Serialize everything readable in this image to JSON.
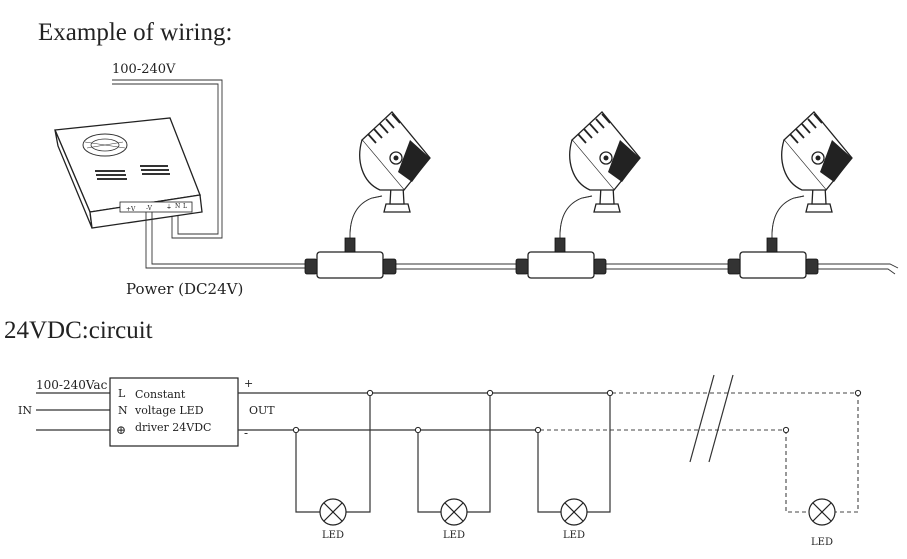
{
  "wiring": {
    "title": "Example of wiring:",
    "mains_voltage": "100-240V",
    "psu_terminals": [
      "+V",
      "-V",
      "⏚",
      "N",
      "L"
    ],
    "power_label": "Power (DC24V)"
  },
  "circuit": {
    "title": "24VDC:circuit",
    "input_voltage": "100-240Vac",
    "in_label": "IN",
    "driver_pins": [
      "L",
      "N",
      "⊕"
    ],
    "driver_text": [
      "Constant",
      "voltage LED",
      "driver 24VDC"
    ],
    "plus_label": "+",
    "minus_label": "-",
    "out_label": "OUT",
    "led_labels": [
      "LED",
      "LED",
      "LED",
      "LED"
    ]
  },
  "icons": [
    "power-supply-icon",
    "spotlight-icon",
    "junction-box-icon",
    "lamp-icon"
  ]
}
